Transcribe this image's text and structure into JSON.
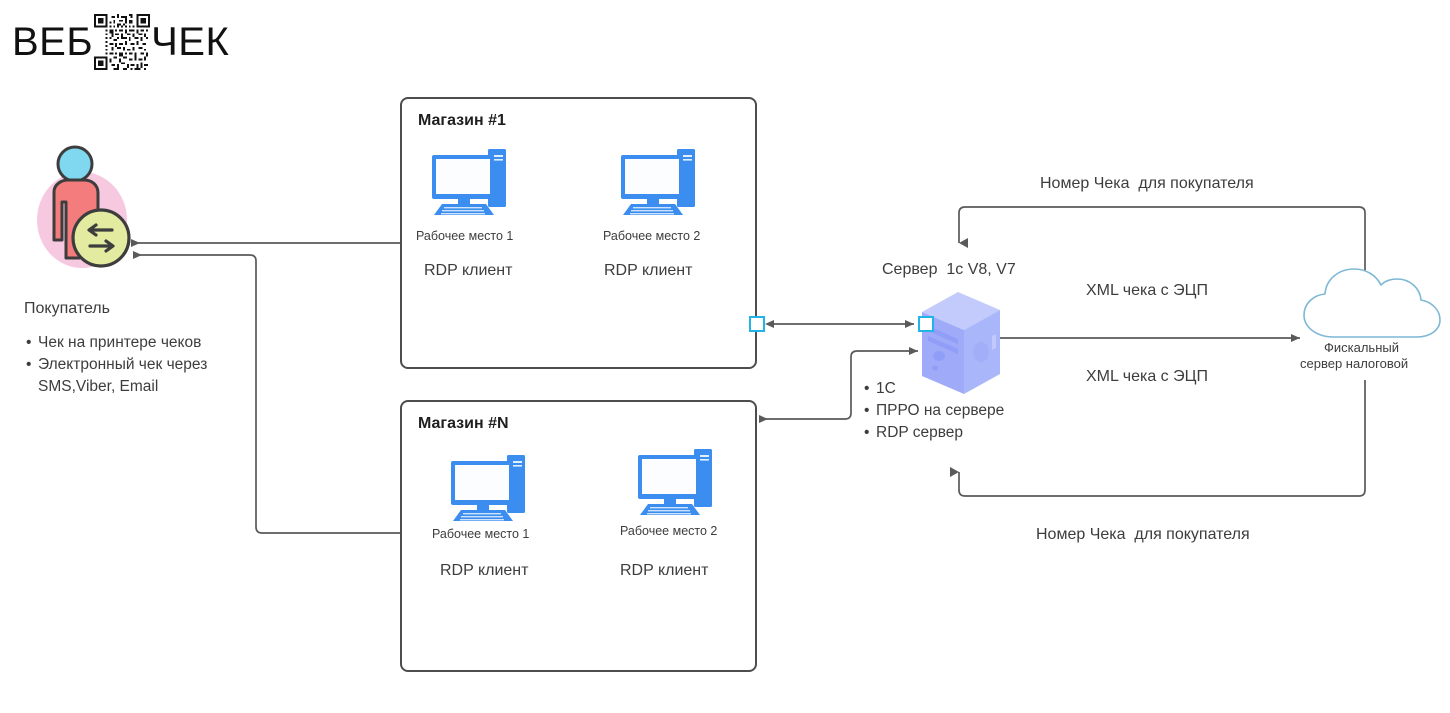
{
  "logo": {
    "left_word": "ВЕБ",
    "right_word": "ЧЕК",
    "qr_icon": "qr-code-icon"
  },
  "customer": {
    "icon": "customer-avatar-icon",
    "exchange_icon": "exchange-arrows-icon",
    "title": "Покупатель",
    "bullets": [
      "Чек на принтере чеков",
      "Электронный чек через SMS,Viber, Email"
    ]
  },
  "stores": [
    {
      "title": "Магазин #1",
      "workstations": [
        {
          "icon": "desktop-computer-icon",
          "name": "Рабочее место 1",
          "role": "RDP клиент"
        },
        {
          "icon": "desktop-computer-icon",
          "name": "Рабочее место 2",
          "role": "RDP клиент"
        }
      ]
    },
    {
      "title": "Магазин #N",
      "workstations": [
        {
          "icon": "desktop-computer-icon",
          "name": "Рабочее место 1",
          "role": "RDP клиент"
        },
        {
          "icon": "desktop-computer-icon",
          "name": "Рабочее место 2",
          "role": "RDP клиент"
        }
      ]
    }
  ],
  "server": {
    "icon": "server-tower-icon",
    "title": "Сервер  1с V8, V7",
    "bullets": [
      "1С",
      "ПРРО на сервере",
      "RDP сервер"
    ]
  },
  "fiscal_cloud": {
    "icon": "cloud-icon",
    "label_line1": "Фискальный",
    "label_line2": "сервер налоговой"
  },
  "flow_labels": {
    "receipt_number_top": "Номер Чека  для покупателя",
    "receipt_number_bottom": "Номер Чека  для покупателя",
    "xml_top": "XML чека с ЭЦП",
    "xml_bottom": "XML чека с ЭЦП"
  },
  "colors": {
    "line": "#5a5a5a",
    "box_border": "#4d4d4d",
    "pc_blue": "#3b8ef0",
    "server_body": "#aab6fa",
    "server_top": "#c3cbfd",
    "server_side": "#8e9cf7",
    "connector_cyan": "#22b3e8",
    "cloud_stroke": "#7fb8d6",
    "avatar_body": "#f47c7c",
    "avatar_head": "#7fd8ef",
    "avatar_halo": "#f6c9e0",
    "exchange_circle": "#e2eba0",
    "text": "#3d3d3d"
  }
}
